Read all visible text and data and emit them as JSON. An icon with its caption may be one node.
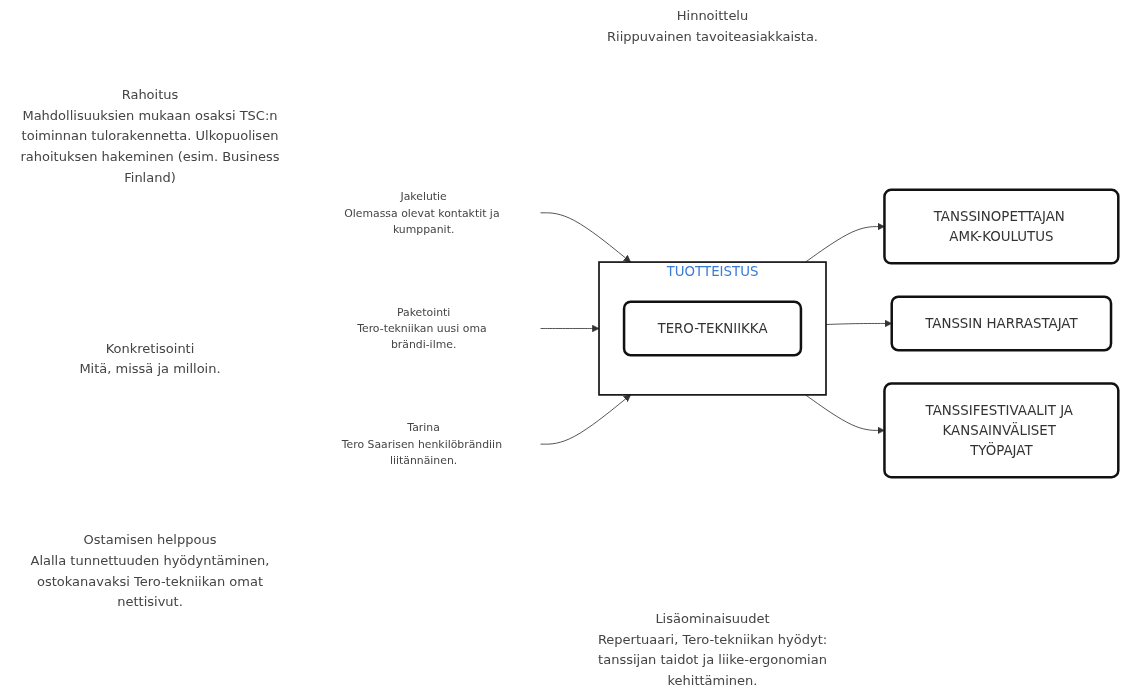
{
  "diagram": {
    "nodes": [
      {
        "text": [
          "Jakelutie",
          "Olemassa olevat kontaktit ja kumppanit."
        ]
      },
      {
        "text": [
          "Paketointi",
          "Tero-tekniikan uusi oma brändi-ilme."
        ]
      },
      {
        "text": [
          "Tarina",
          "Tero Saarisen henkilöbrändiin liitännäinen."
        ]
      },
      {
        "text": [
          "TUOTTEISTUS"
        ]
      },
      {
        "text": [
          "TERO-TEKNIIKKA"
        ],
        "in": 3
      },
      {
        "text": [
          "TANSSINOPETTAJAN AMK-KOULUTUS"
        ]
      },
      {
        "text": [
          "TANSSIN HARRASTAJAT"
        ]
      },
      {
        "text": [
          "TANSSIFESTIVAALIT JA KANSAINVÄLISET TYÖPAJAT"
        ]
      }
    ],
    "edges": [
      {
        "from": 0,
        "to": 3,
        "arrow": "to"
      },
      {
        "from": 1,
        "to": 3,
        "arrow": "to"
      },
      {
        "from": 2,
        "to": 3,
        "arrow": "to"
      },
      {
        "from": 3,
        "to": 5,
        "arrow": "to"
      },
      {
        "from": 3,
        "to": 6,
        "arrow": "to"
      },
      {
        "from": 3,
        "to": 7,
        "arrow": "to"
      }
    ],
    "labels": [
      "Rahoitus",
      "Mahdollisuuksien mukaan osaksi TSC:n toiminnan tulorakennetta. Ulkopuolisen rahoituksen hakeminen (esim. Business Finland)",
      "Hinnoittelu",
      "Riippuvainen tavoiteasiakkaista.",
      "Konkretisointi",
      "Mitä, missä ja milloin.",
      "Ostamisen helppous",
      "Alalla tunnettuuden hyödyntäminen, ostokanavaksi Tero-tekniikan omat nettisivut.",
      "Lisäominaisuudet",
      "Repertuaari, Tero-tekniikan hyödyt: tanssijan taidot ja liike-ergonomian kehittäminen."
    ]
  }
}
